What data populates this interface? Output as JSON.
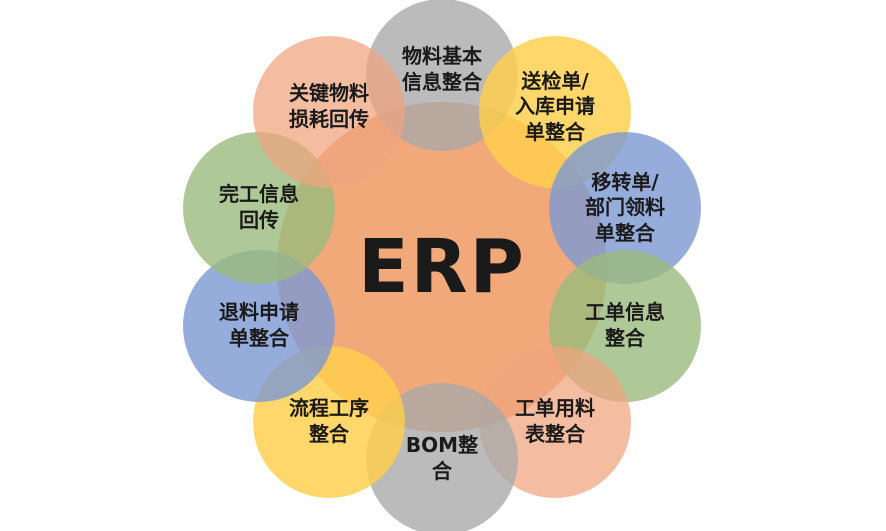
{
  "diagram": {
    "type": "hub-and-spoke-venn",
    "center": {
      "label": "ERP",
      "color": "#F2A676"
    },
    "satellites": [
      {
        "label": "物料基本\n信息整合",
        "color": "#BBBBBB",
        "color_name": "gray",
        "position": "top"
      },
      {
        "label": "送检单/\n入库申请\n单整合",
        "color": "#FFD76B",
        "color_name": "yellow",
        "position": "top-right"
      },
      {
        "label": "移转单/\n部门领料\n单整合",
        "color": "#96ADDC",
        "color_name": "blue",
        "position": "right-upper"
      },
      {
        "label": "工单信息\n整合",
        "color": "#AEC897",
        "color_name": "green",
        "position": "right-lower"
      },
      {
        "label": "工单用料\n表整合",
        "color": "#F4BCA1",
        "color_name": "salmon",
        "position": "bottom-right"
      },
      {
        "label": "BOM整\n合",
        "color": "#BBBBBB",
        "color_name": "gray",
        "position": "bottom"
      },
      {
        "label": "流程工序\n整合",
        "color": "#FFD76B",
        "color_name": "yellow",
        "position": "bottom-left"
      },
      {
        "label": "退料申请\n单整合",
        "color": "#96ADDC",
        "color_name": "blue",
        "position": "left-lower"
      },
      {
        "label": "完工信息\n回传",
        "color": "#AEC897",
        "color_name": "green",
        "position": "left-upper"
      },
      {
        "label": "关键物料\n损耗回传",
        "color": "#F4BCA1",
        "color_name": "salmon",
        "position": "top-left"
      }
    ],
    "palette": {
      "center_orange": "#F2A676",
      "gray": "#BBBBBB",
      "yellow": "#FFD76B",
      "blue": "#96ADDC",
      "green": "#AEC897",
      "salmon": "#F4BCA1",
      "text": "#1A1A1A",
      "background": "#FFFFFF"
    }
  }
}
